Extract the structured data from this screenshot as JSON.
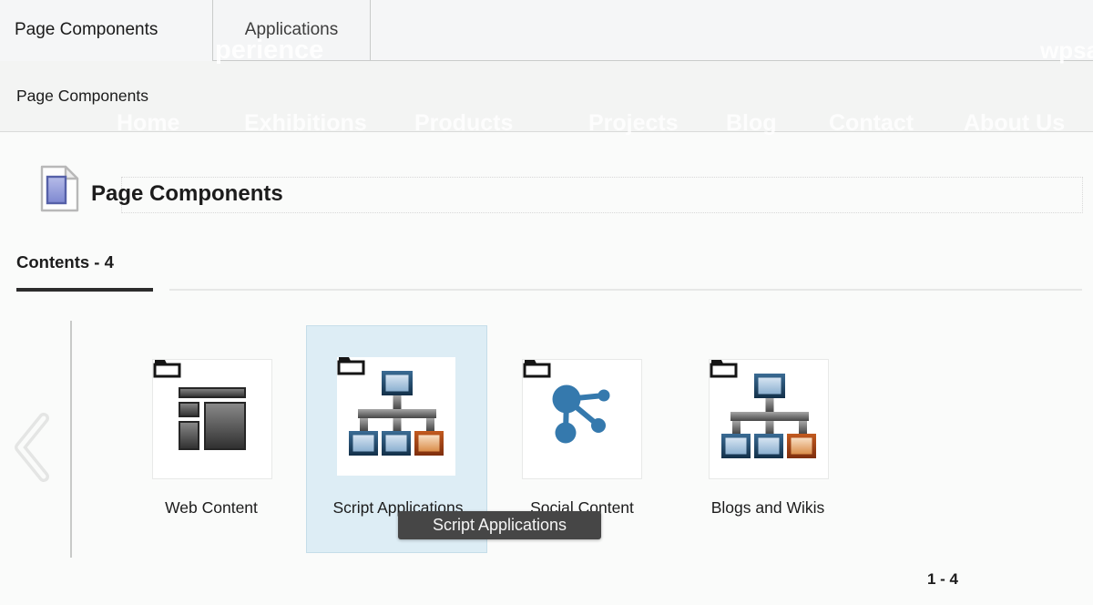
{
  "window": {
    "tabs": [
      {
        "label": "Page Components",
        "active": true
      },
      {
        "label": "Applications",
        "active": false
      }
    ]
  },
  "watermarks": {
    "top_center": "perience",
    "top_right": "wpsa",
    "nav_items": [
      "Home",
      "Exhibitions",
      "Products",
      "Projects",
      "Blog",
      "Contact",
      "About Us"
    ]
  },
  "subheader": {
    "title": "Page Components"
  },
  "panel": {
    "title": "Page Components",
    "icon": "page-document-icon"
  },
  "contents_tab": {
    "label": "Contents - 4"
  },
  "tiles": [
    {
      "label": "Web Content",
      "icon": "web-layout-icon",
      "selected": false
    },
    {
      "label": "Script Applications",
      "icon": "sitemap-icon",
      "selected": true
    },
    {
      "label": "Social Content",
      "icon": "social-share-icon",
      "selected": false
    },
    {
      "label": "Blogs and Wikis",
      "icon": "sitemap-icon",
      "selected": false
    }
  ],
  "tooltip": {
    "text": "Script Applications"
  },
  "pagination": {
    "range": "1 - 4"
  },
  "carousel": {
    "prev_icon": "chevron-left-icon"
  },
  "colors": {
    "selection_bg": "#ddedf5",
    "selection_border": "#c5dde9",
    "tooltip_bg": "#464646",
    "icon_blue": "#3579ad",
    "icon_orange": "#da8d49",
    "active_tab_underline": "#2c2c2c",
    "strip_bg": "#f5f6f7",
    "subheader_bg": "#f3f4f3"
  }
}
